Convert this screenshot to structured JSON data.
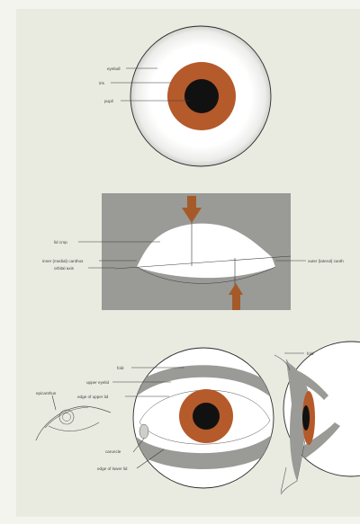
{
  "colors": {
    "page": "#f4f4ee",
    "panel": "#e9ebe1",
    "iris": "#b55a2a",
    "pupil": "#111111",
    "gray": "#9a9a96",
    "arrow": "#a55a2a",
    "line": "#3a3a3a",
    "text": "#444444"
  },
  "figure_top": {
    "labels": {
      "eyeball": "eyeball",
      "iris": "iris",
      "pupil": "pupil"
    }
  },
  "figure_mid": {
    "labels": {
      "lid_crop": "lid crop",
      "inner_canthus": "inner (medial) canthus",
      "orbital_axis": "orbital axis",
      "outer_canthus": "outer (lateral) canth"
    }
  },
  "figure_bottom": {
    "labels": {
      "fold_front": "fold",
      "upper_eyelid": "upper eyelid",
      "edge_upper_lid": "edge of upper lid",
      "epicanthus": "epicanthus",
      "caruncle": "caruncle",
      "edge_lower_lid": "edge of lower lid",
      "fold_side": "fold"
    }
  }
}
